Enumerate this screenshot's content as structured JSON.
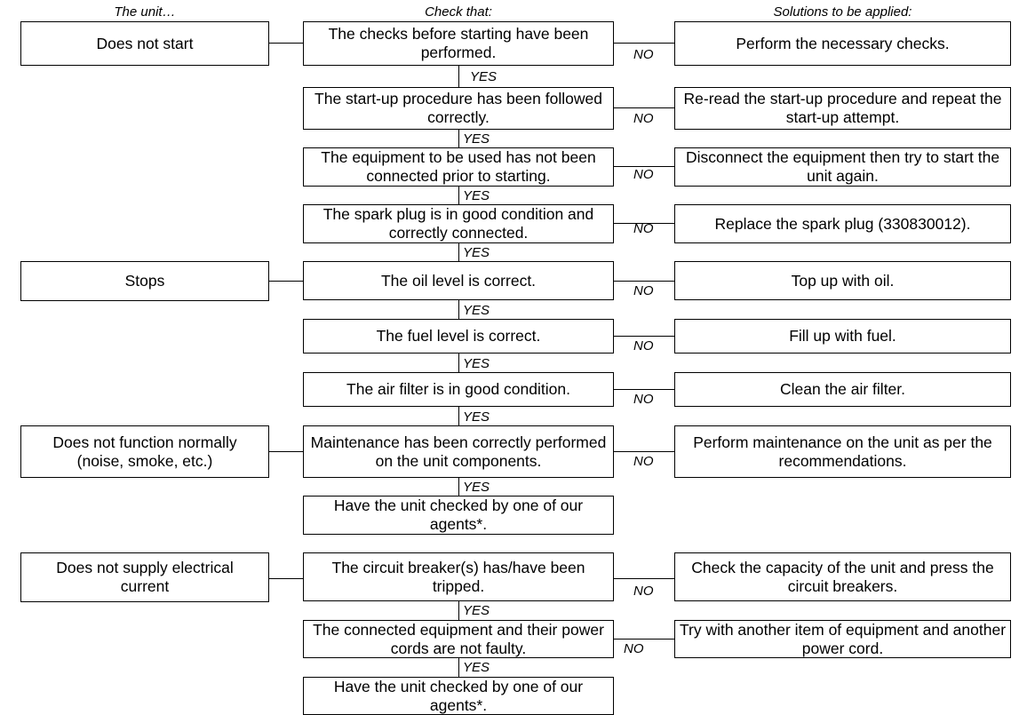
{
  "headers": {
    "unit": "The unit…",
    "check": "Check that:",
    "solutions": "Solutions to be applied:"
  },
  "labels": {
    "yes": "YES",
    "no": "NO"
  },
  "symptoms": [
    "Does not start",
    "Stops",
    "Does not function normally (noise, smoke, etc.)",
    "Does not supply electrical current"
  ],
  "checks": [
    "The checks before starting have been performed.",
    "The start-up procedure has been followed correctly.",
    "The equipment to be used has not been connected prior to starting.",
    "The spark plug is in good condition and correctly connected.",
    "The oil level is correct.",
    "The fuel level is correct.",
    "The air filter is in good condition.",
    "Maintenance has been correctly performed on the unit components.",
    "Have the unit checked by one of our agents*.",
    "The circuit breaker(s) has/have been tripped.",
    "The connected equipment and their power cords are not faulty.",
    "Have the unit checked by one of our agents*."
  ],
  "solutions": [
    "Perform the necessary checks.",
    "Re-read the start-up procedure and repeat the start-up attempt.",
    "Disconnect the equipment then try to start the unit again.",
    "Replace the spark plug (330830012).",
    "Top up with oil.",
    "Fill up with fuel.",
    "Clean the air filter.",
    "Perform maintenance on the unit as per the recommendations.",
    "Check the capacity of the unit and press the circuit breakers.",
    "Try with another item of equipment and another power cord."
  ]
}
